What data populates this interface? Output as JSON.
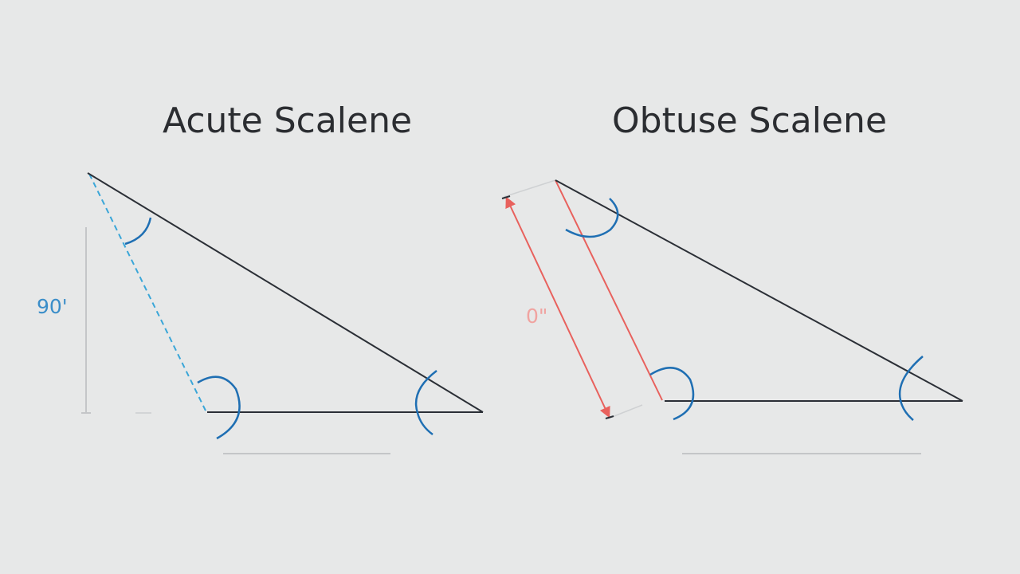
{
  "diagram": {
    "left": {
      "title": "Acute Scalene",
      "height_label": "90'"
    },
    "right": {
      "title": "Obtuse Scalene",
      "height_label": "0\""
    }
  },
  "colors": {
    "background": "#e7e8e8",
    "triangle_stroke": "#2b2f36",
    "angle_arc": "#1f6fb3",
    "dashed_altitude": "#3aa6d8",
    "label_blue": "#3b8ec9",
    "altitude_red": "#e8615d",
    "label_red": "#f0a3a0",
    "guide_gray": "#c4c6c8"
  }
}
